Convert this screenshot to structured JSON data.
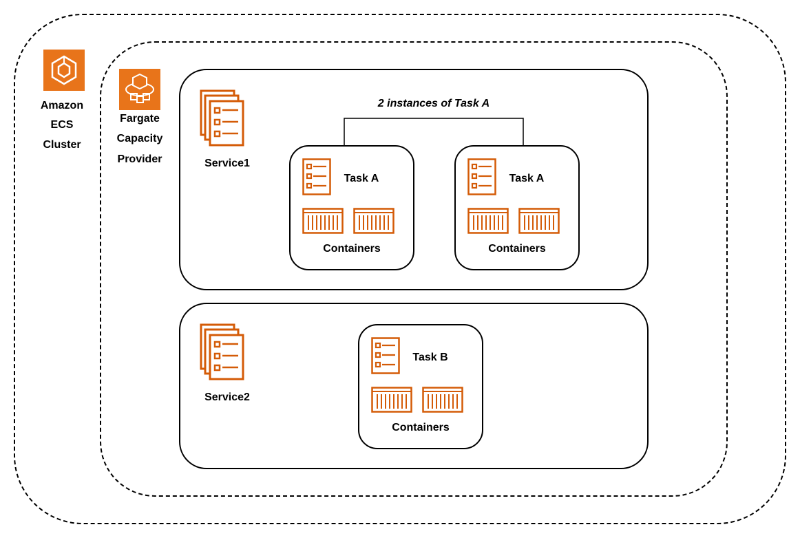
{
  "colors": {
    "aws_orange": "#E8741A",
    "icon_orange": "#D45B07",
    "line": "#000000"
  },
  "cluster": {
    "label_line1": "Amazon",
    "label_line2": "ECS",
    "label_line3": "Cluster",
    "icon": "ecs-icon"
  },
  "capacity_provider": {
    "label_line1": "Fargate",
    "label_line2": "Capacity",
    "label_line3": "Provider",
    "icon": "fargate-icon"
  },
  "service1": {
    "label": "Service1",
    "icon": "service-stack-icon",
    "bracket_label": "2 instances of Task A",
    "tasks": [
      {
        "label": "Task A",
        "containers_label": "Containers"
      },
      {
        "label": "Task A",
        "containers_label": "Containers"
      }
    ]
  },
  "service2": {
    "label": "Service2",
    "icon": "service-stack-icon",
    "tasks": [
      {
        "label": "Task B",
        "containers_label": "Containers"
      }
    ]
  }
}
